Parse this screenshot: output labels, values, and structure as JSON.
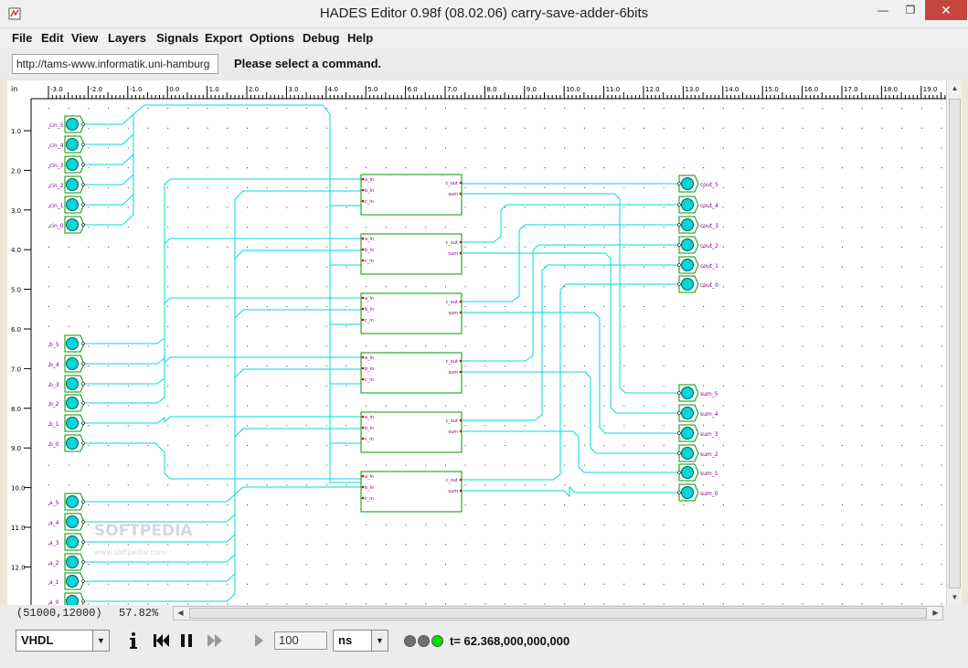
{
  "window": {
    "title": "HADES Editor 0.98f (08.02.06)   carry-save-adder-6bits",
    "minimize_glyph": "—",
    "maximize_glyph": "❐",
    "close_glyph": "✕"
  },
  "menu": [
    "File",
    "Edit",
    "View",
    "Layers",
    "Signals",
    "Export",
    "Options",
    "Debug",
    "Help"
  ],
  "urlbar": {
    "url": "http://tams-www.informatik.uni-hamburg",
    "message": "Please select a command."
  },
  "ruler": {
    "unit": "in",
    "x_labels": [
      "-3.0",
      "-2.0",
      "-1.0",
      "0.0",
      "1.0",
      "2.0",
      "3.0",
      "4.0",
      "5.0",
      "6.0",
      "7.0",
      "8.0",
      "9.0",
      "10.0",
      "11.0",
      "12.0",
      "13.0",
      "14.0",
      "15.0",
      "16.0",
      "17.0",
      "18.0",
      "19.0"
    ],
    "y_labels": [
      "1.0",
      "2.0",
      "3.0",
      "4.0",
      "5.0",
      "6.0",
      "7.0",
      "8.0",
      "9.0",
      "10.0",
      "11.0",
      "12.0"
    ]
  },
  "schematic": {
    "cin_inputs": [
      "cin_5",
      "cin_4",
      "cin_3",
      "cin_2",
      "cin_1",
      "cin_0"
    ],
    "b_inputs": [
      "b_5",
      "b_4",
      "b_3",
      "b_2",
      "b_1",
      "b_0"
    ],
    "a_inputs": [
      "a_5",
      "a_4",
      "a_3",
      "a_2",
      "a_1",
      "a_0"
    ],
    "cout_outputs": [
      "cout_5",
      "cout_4",
      "cout_3",
      "cout_2",
      "cout_1",
      "cout_0"
    ],
    "sum_outputs": [
      "sum_5",
      "sum_4",
      "sum_3",
      "sum_2",
      "sum_1",
      "sum_0"
    ],
    "adder_in_ports": [
      "a_in",
      "b_in",
      "c_in"
    ],
    "adder_out_ports": [
      "c_out",
      "sum"
    ],
    "watermark": "SOFTPEDIA",
    "watermark_url": "www.softpedia.com",
    "wire_color": "#00d8e0",
    "adder_border_color": "#009a00",
    "io_fill_color": "#00d8d8",
    "label_color": "#8b008b"
  },
  "status": {
    "coords": "(51000,12000)",
    "zoom": "57.82%"
  },
  "controls": {
    "language": "VHDL",
    "step_value": "100",
    "time_unit": "ns",
    "sim_time": "t= 62.368,000,000,000",
    "led_colors": [
      "#707070",
      "#707070",
      "#00e000"
    ],
    "icons": [
      "info-icon",
      "rewind-icon",
      "pause-icon",
      "fast-forward-icon",
      "play-icon"
    ]
  }
}
